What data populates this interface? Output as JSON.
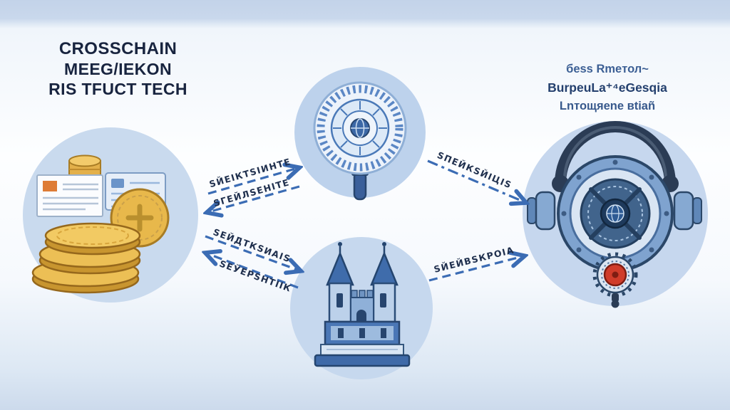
{
  "title": {
    "line1": "CROSSCHAIN",
    "line2": "MEEG/IEKON",
    "line3": "RIS TFUCT TECH"
  },
  "subtitle": {
    "line1": "бess Rmeтол~",
    "line2": "BurpeuLa⁺⁴еGesqia",
    "line3": "Lnтощяene вtiañ"
  },
  "edge_labels": {
    "left_top_out": "ЅЙЕІКТЅІИНТЕ",
    "left_top_back": "ЅГЕЙЛЅЕНІТЕ",
    "left_bottom_out": "ЅЕЙДТКЅИАІЅ",
    "left_bottom_back": "ЅЕЎЕРЅНТІІК",
    "top_right": "ЅПЕЙКЅЙІЦІЅ",
    "bottom_right": "ЅЙЕЙВЅКРОІА"
  },
  "nodes": {
    "assets": {
      "icon": "coins-documents-icon"
    },
    "gauge": {
      "icon": "gauge-meter-icon"
    },
    "castle": {
      "icon": "castle-icon"
    },
    "vault": {
      "icon": "vault-lock-icon"
    }
  },
  "colors": {
    "arrow": "#3b6cb4",
    "node_fill": "#c6d7ee",
    "title_text": "#18243f",
    "subtitle_text": "#2d4b7c",
    "coin_gold": "#e8b84b",
    "vault_red": "#d03c2a",
    "navy": "#27456e"
  }
}
